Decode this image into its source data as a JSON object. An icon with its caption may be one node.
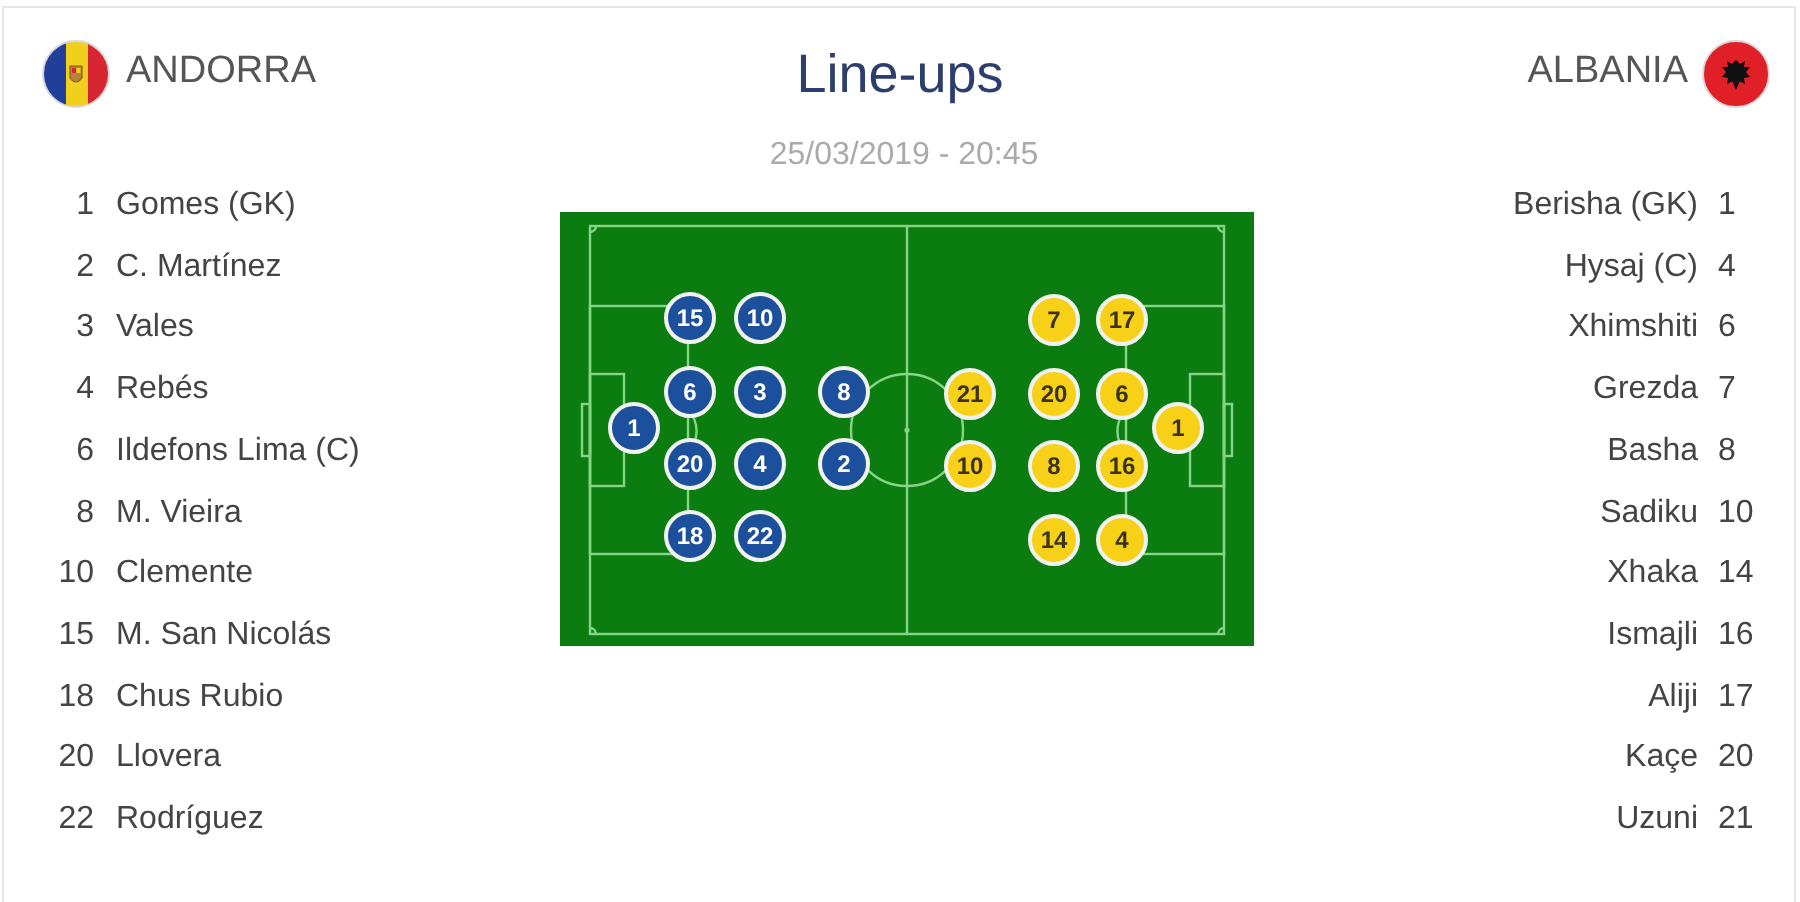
{
  "diagram": {
    "title": "Line-ups",
    "nodes": [
      {
        "text": [
          "15"
        ]
      },
      {
        "text": [
          "10"
        ]
      },
      {
        "text": [
          "6"
        ]
      },
      {
        "text": [
          "3"
        ]
      },
      {
        "text": [
          "8"
        ]
      },
      {
        "text": [
          "1"
        ]
      },
      {
        "text": [
          "20"
        ]
      },
      {
        "text": [
          "4"
        ]
      },
      {
        "text": [
          "2"
        ]
      },
      {
        "text": [
          "18"
        ]
      },
      {
        "text": [
          "22"
        ]
      },
      {
        "text": [
          "7"
        ]
      },
      {
        "text": [
          "17"
        ]
      },
      {
        "text": [
          "21"
        ]
      },
      {
        "text": [
          "20"
        ]
      },
      {
        "text": [
          "6"
        ]
      },
      {
        "text": [
          "1"
        ]
      },
      {
        "text": [
          "10"
        ]
      },
      {
        "text": [
          "8"
        ]
      },
      {
        "text": [
          "16"
        ]
      },
      {
        "text": [
          "14"
        ]
      },
      {
        "text": [
          "4"
        ]
      }
    ],
    "labels": [
      "ANDORRA",
      "ALBANIA",
      "25/03/2019 - 20:45",
      "1",
      "Gomes (GK)",
      "2",
      "C. Martínez",
      "3",
      "Vales",
      "4",
      "Rebés",
      "6",
      "Ildefons Lima (C)",
      "8",
      "M. Vieira",
      "10",
      "Clemente",
      "15",
      "M. San Nicolás",
      "18",
      "Chus Rubio",
      "20",
      "Llovera",
      "22",
      "Rodríguez",
      "Berisha (GK)",
      "1",
      "Hysaj (C)",
      "4",
      "Xhimshiti",
      "6",
      "Grezda",
      "7",
      "Basha",
      "8",
      "Sadiku",
      "10",
      "Xhaka",
      "14",
      "Ismajli",
      "16",
      "Aliji",
      "17",
      "Kaçe",
      "20",
      "Uzuni",
      "21"
    ]
  }
}
